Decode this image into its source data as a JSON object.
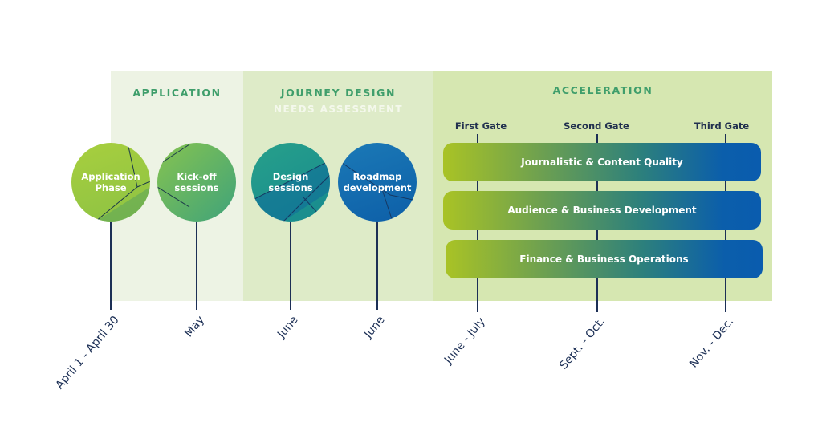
{
  "phases": [
    {
      "title": "APPLICATION"
    },
    {
      "title": "JOURNEY DESIGN",
      "subtitle": "NEEDS ASSESSMENT"
    },
    {
      "title": "ACCELERATION"
    }
  ],
  "steps": [
    {
      "label_line1": "Application",
      "label_line2": "Phase",
      "date": "April 1 - April 30"
    },
    {
      "label_line1": "Kick-off",
      "label_line2": "sessions",
      "date": "May"
    },
    {
      "label_line1": "Design",
      "label_line2": "sessions",
      "date": "June"
    },
    {
      "label_line1": "Roadmap",
      "label_line2": "development",
      "date": "June"
    }
  ],
  "gates": [
    {
      "label": "First Gate",
      "date": "June - July"
    },
    {
      "label": "Second Gate",
      "date": "Sept. - Oct."
    },
    {
      "label": "Third Gate",
      "date": "Nov. - Dec."
    }
  ],
  "tracks": [
    {
      "label": "Journalistic & Content Quality"
    },
    {
      "label": "Audience & Business Development"
    },
    {
      "label": "Finance & Business Operations"
    }
  ],
  "colors": {
    "heading_green": "#3f9e6b",
    "line_navy": "#1c2f55",
    "gradient_start": "#a9c325",
    "gradient_end": "#0a5cae"
  }
}
